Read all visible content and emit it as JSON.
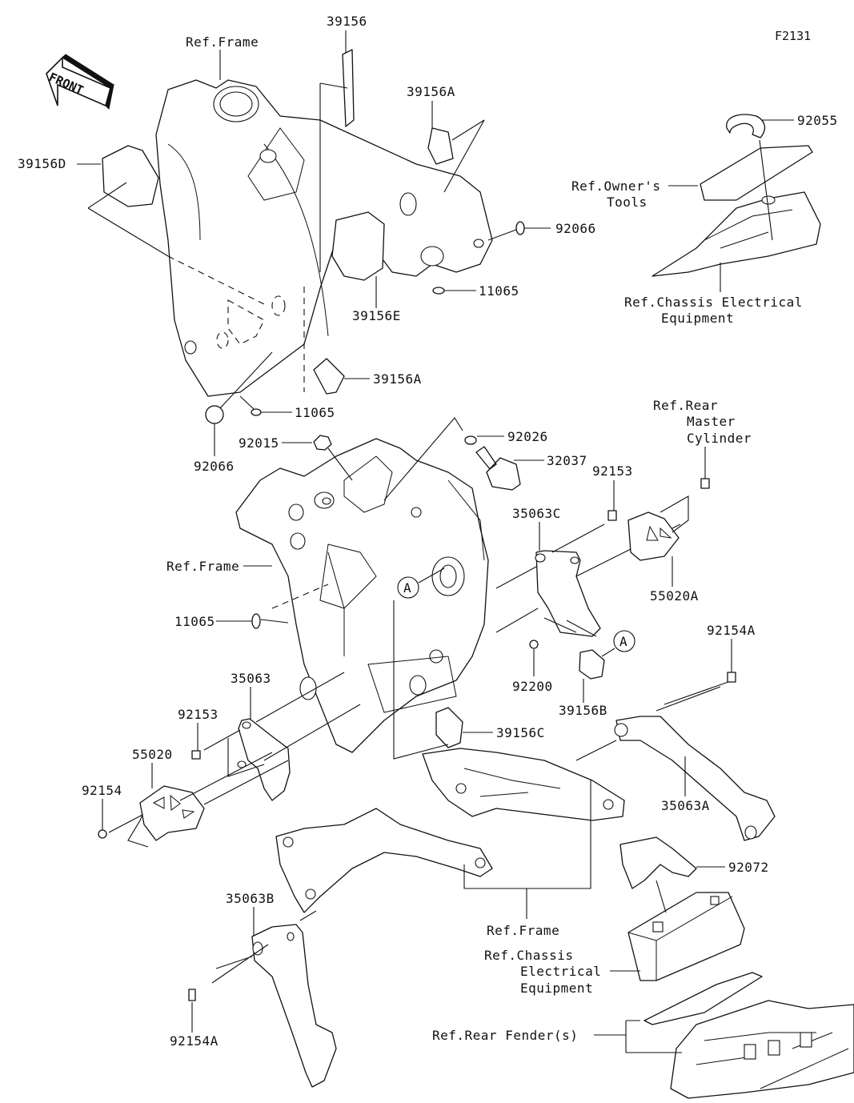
{
  "figure_id": "F2131",
  "front_indicator": "FRONT",
  "callouts": {
    "ref_frame_top": "Ref.Frame",
    "p39156": "39156",
    "p39156A_top": "39156A",
    "p39156D": "39156D",
    "p92055": "92055",
    "ref_owners_tools_1": "Ref.Owner's",
    "ref_owners_tools_2": "Tools",
    "p92066_right": "92066",
    "p11065_upper": "11065",
    "p39156E": "39156E",
    "ref_chassis_top_1": "Ref.Chassis Electrical",
    "ref_chassis_top_2": "Equipment",
    "p39156A_mid": "39156A",
    "p11065_mid": "11065",
    "p92066_left": "92066",
    "p92015": "92015",
    "p92026": "92026",
    "p32037": "32037",
    "ref_rear_master_1": "Ref.Rear",
    "ref_rear_master_2": "Master",
    "ref_rear_master_3": "Cylinder",
    "p92153_right": "92153",
    "p35063C": "35063C",
    "ref_frame_mid": "Ref.Frame",
    "marker_a": "A",
    "p55020A": "55020A",
    "p11065_lower": "11065",
    "p92200": "92200",
    "p92154A_right": "92154A",
    "p39156B": "39156B",
    "p35063": "35063",
    "p92153_left": "92153",
    "p39156C": "39156C",
    "p55020": "55020",
    "p92154": "92154",
    "p35063A": "35063A",
    "p92072": "92072",
    "p35063B": "35063B",
    "ref_frame_bottom": "Ref.Frame",
    "ref_chassis_bottom_1": "Ref.Chassis",
    "ref_chassis_bottom_2": "Electrical",
    "ref_chassis_bottom_3": "Equipment",
    "ref_rear_fender": "Ref.Rear Fender(s)",
    "p92154A_left": "92154A"
  }
}
